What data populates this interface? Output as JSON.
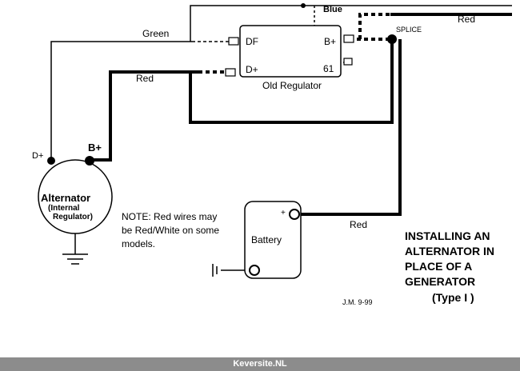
{
  "labels": {
    "green": "Green",
    "blue": "Blue",
    "red_top_right": "Red",
    "splice": "SPLICE",
    "df": "DF",
    "d_plus_reg": "D+",
    "b_plus_reg": "B+",
    "terminal_61": "61",
    "old_regulator": "Old Regulator",
    "red_left": "Red",
    "alt_d_plus": "D+",
    "alt_b_plus": "B+",
    "alternator": "Alternator",
    "internal": "(Internal",
    "regulator": "Regulator)",
    "note_line1": "NOTE: Red wires may",
    "note_line2": "be Red/White on some",
    "note_line3": "models.",
    "battery_plus": "+",
    "battery": "Battery",
    "red_battery": "Red",
    "title_line1": "INSTALLING AN",
    "title_line2": "ALTERNATOR  IN",
    "title_line3": "PLACE OF A",
    "title_line4": "GENERATOR",
    "title_line5": "(Type  I )",
    "author": "J.M.  9-99",
    "footer": "Keversite.NL"
  },
  "colors": {
    "line": "#000000",
    "footer_bg": "#8c8c8c",
    "footer_text": "#ffffff"
  }
}
